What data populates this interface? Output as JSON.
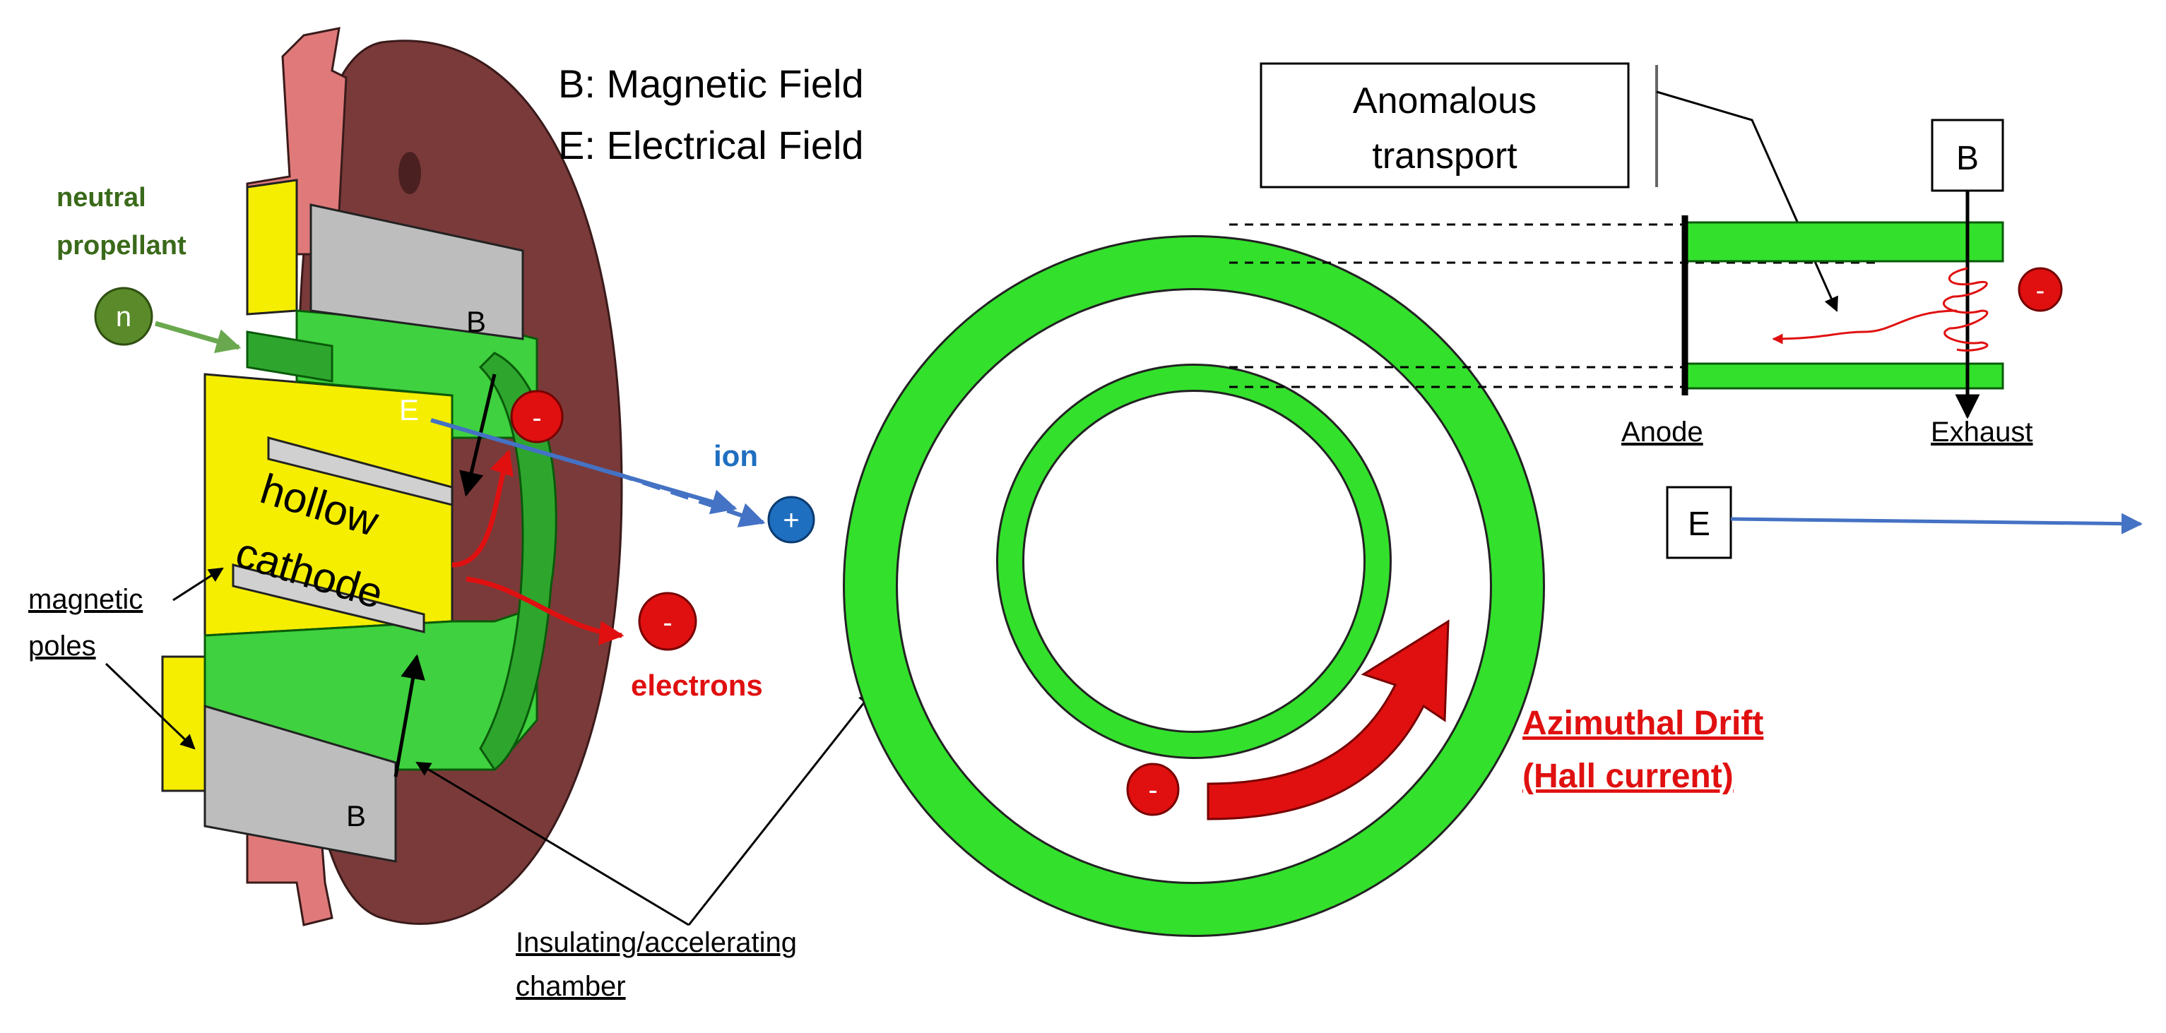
{
  "legend": {
    "b_line": "B: Magnetic Field",
    "e_line": "E: Electrical Field"
  },
  "thruster": {
    "neutral_label_1": "neutral",
    "neutral_label_2": "propellant",
    "neutral_symbol": "n",
    "b_top": "B",
    "b_bottom": "B",
    "e_label": "E",
    "electron_symbol": "-",
    "ion_label": "ion",
    "ion_symbol": "+",
    "electrons_label": "electrons",
    "cathode_label_1": "hollow",
    "cathode_label_2": "cathode",
    "poles_label_1": "magnetic",
    "poles_label_2": "poles",
    "chamber_label_1": "Insulating/accelerating",
    "chamber_label_2": "chamber"
  },
  "ring_view": {
    "electron_symbol": "-",
    "drift_label_1": "Azimuthal  Drift",
    "drift_label_2": "(Hall current)"
  },
  "channel_view": {
    "anomalous_label_1": "Anomalous",
    "anomalous_label_2": "transport",
    "b_label": "B",
    "electron_symbol": "-",
    "anode_label": "Anode",
    "exhaust_label": "Exhaust",
    "e_label": "E"
  },
  "colors": {
    "channel_green": "#33e02c",
    "electron_red": "#e01010",
    "ion_blue": "#1f6fc0",
    "field_blue": "#4472c4",
    "propellant_green": "#5a8a2a",
    "label_green": "#3a6a1a",
    "housing_brown": "#7a3a3a",
    "housing_pink": "#e07a7a",
    "cathode_yellow": "#f5ee00",
    "pole_gray": "#bdbdbd"
  }
}
